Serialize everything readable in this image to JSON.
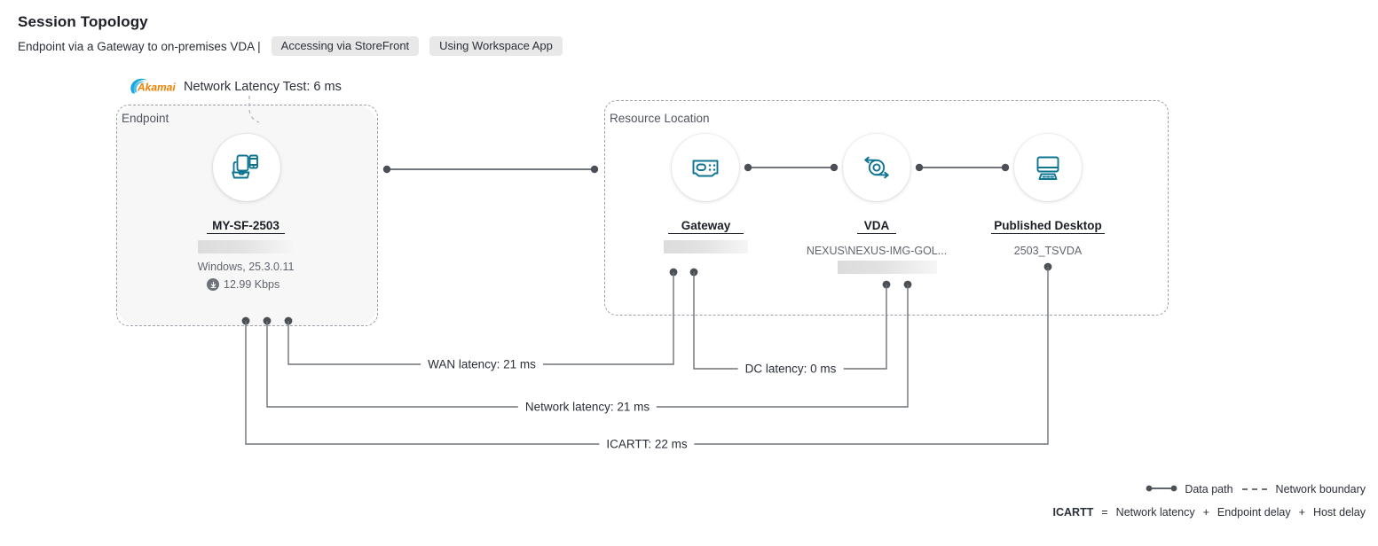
{
  "header": {
    "title": "Session Topology",
    "subtitle": "Endpoint via a Gateway to on-premises VDA |",
    "pills": [
      {
        "label": "Accessing via StoreFront"
      },
      {
        "label": "Using Workspace App"
      }
    ]
  },
  "akamai": {
    "logo_name": "akamai-logo",
    "logo_word": "Akamai",
    "label": "Network Latency Test: 6 ms"
  },
  "boundaries": [
    {
      "id": "endpoint",
      "label": "Endpoint"
    },
    {
      "id": "resource_location",
      "label": "Resource Location"
    }
  ],
  "nodes": [
    {
      "id": "endpoint",
      "icon": "endpoint-devices-icon",
      "title": "MY-SF-2503",
      "sub1": "",
      "sub1_redacted": true,
      "sub2": "Windows, 25.3.0.11",
      "bandwidth": "12.99 Kbps",
      "bandwidth_icon": "download-icon"
    },
    {
      "id": "gateway",
      "icon": "gateway-icon",
      "title": "Gateway",
      "sub1": "",
      "sub1_redacted": true
    },
    {
      "id": "vda",
      "icon": "vda-icon",
      "title": "VDA",
      "sub1": "NEXUS\\NEXUS-IMG-GOL...",
      "sub2": "",
      "sub2_redacted": true
    },
    {
      "id": "published_desktop",
      "icon": "published-desktop-icon",
      "title": "Published Desktop",
      "sub1": "2503_TSVDA"
    }
  ],
  "latencies": [
    {
      "id": "wan",
      "label": "WAN latency: 21 ms"
    },
    {
      "id": "dc",
      "label": "DC latency: 0 ms"
    },
    {
      "id": "network",
      "label": "Network latency: 21 ms"
    },
    {
      "id": "icartt",
      "label": "ICARTT: 22 ms"
    }
  ],
  "legend": {
    "data_path": "Data path",
    "network_boundary": "Network boundary",
    "formula": {
      "term": "ICARTT",
      "equals": "=",
      "a": "Network latency",
      "plus1": "+",
      "b": "Endpoint delay",
      "plus2": "+",
      "c": "Host delay"
    }
  },
  "colors": {
    "icon_teal": "#0e7490",
    "akamai_orange": "#f08100",
    "akamai_blue": "#1aa7e0",
    "line_gray": "#5e6269",
    "boundary_gray": "#9aa0a8",
    "pill_bg": "#e8e8e8"
  }
}
